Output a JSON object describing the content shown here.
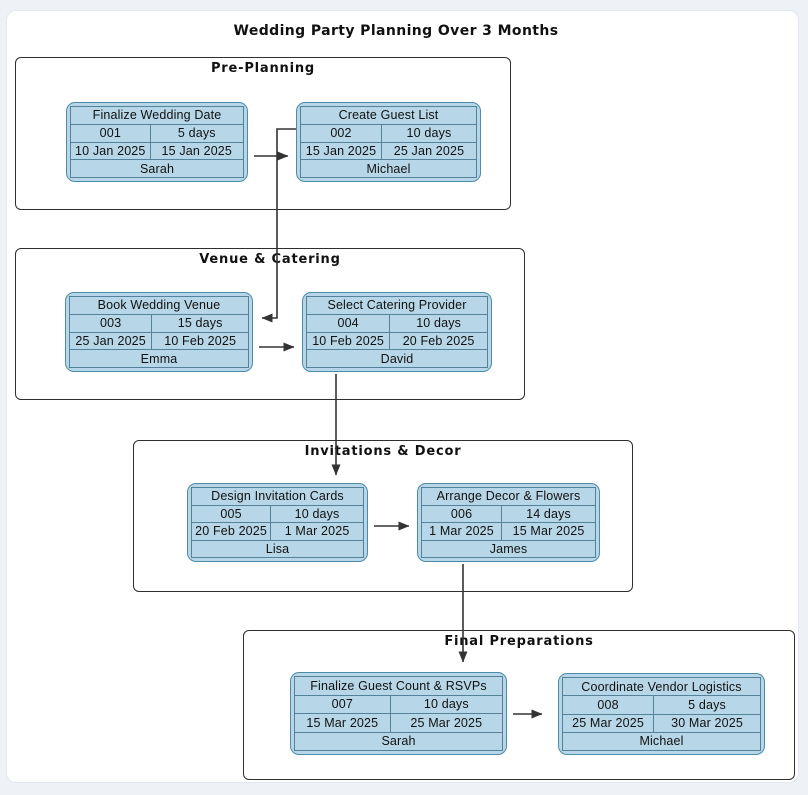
{
  "title": "Wedding Party Planning Over 3 Months",
  "colors": {
    "card_fill": "#b7d7e8",
    "card_border": "#4d8ba9",
    "cell_border": "#55829b",
    "section_border": "#2e2e2e",
    "connector": "#333333"
  },
  "sections": [
    {
      "label": "Pre-Planning",
      "tasks": [
        {
          "title": "Finalize Wedding Date",
          "id": "001",
          "duration": "5 days",
          "start": "10 Jan 2025",
          "end": "15 Jan 2025",
          "owner": "Sarah"
        },
        {
          "title": "Create Guest List",
          "id": "002",
          "duration": "10 days",
          "start": "15 Jan 2025",
          "end": "25 Jan 2025",
          "owner": "Michael"
        }
      ]
    },
    {
      "label": "Venue & Catering",
      "tasks": [
        {
          "title": "Book Wedding Venue",
          "id": "003",
          "duration": "15 days",
          "start": "25 Jan 2025",
          "end": "10 Feb 2025",
          "owner": "Emma"
        },
        {
          "title": "Select Catering Provider",
          "id": "004",
          "duration": "10 days",
          "start": "10 Feb 2025",
          "end": "20 Feb 2025",
          "owner": "David"
        }
      ]
    },
    {
      "label": "Invitations & Decor",
      "tasks": [
        {
          "title": "Design Invitation Cards",
          "id": "005",
          "duration": "10 days",
          "start": "20 Feb 2025",
          "end": "1 Mar 2025",
          "owner": "Lisa"
        },
        {
          "title": "Arrange Decor & Flowers",
          "id": "006",
          "duration": "14 days",
          "start": "1 Mar 2025",
          "end": "15 Mar 2025",
          "owner": "James"
        }
      ]
    },
    {
      "label": "Final Preparations",
      "tasks": [
        {
          "title": "Finalize Guest Count & RSVPs",
          "id": "007",
          "duration": "10 days",
          "start": "15 Mar 2025",
          "end": "25 Mar 2025",
          "owner": "Sarah"
        },
        {
          "title": "Coordinate Vendor Logistics",
          "id": "008",
          "duration": "5 days",
          "start": "25 Mar 2025",
          "end": "30 Mar 2025",
          "owner": "Michael"
        }
      ]
    }
  ],
  "connections": [
    {
      "from": "001",
      "to": "002"
    },
    {
      "from": "002",
      "to": "003"
    },
    {
      "from": "003",
      "to": "004"
    },
    {
      "from": "004",
      "to": "005"
    },
    {
      "from": "005",
      "to": "006"
    },
    {
      "from": "006",
      "to": "007"
    },
    {
      "from": "007",
      "to": "008"
    }
  ]
}
